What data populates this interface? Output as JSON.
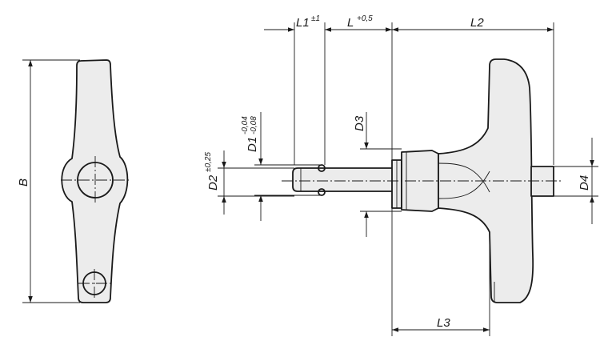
{
  "drawing": {
    "colors": {
      "line": "#1a1a1a",
      "fill": "#ececec",
      "background": "#ffffff"
    },
    "dimensions": {
      "B": {
        "name": "B"
      },
      "L1": {
        "name": "L1",
        "tol": "±1"
      },
      "L": {
        "name": "L",
        "tol": "+0,5"
      },
      "L2": {
        "name": "L2"
      },
      "L3": {
        "name": "L3"
      },
      "D1": {
        "name": "D1",
        "tol_upper": "-0,04",
        "tol_lower": "-0,08"
      },
      "D2": {
        "name": "D2",
        "tol": "±0,25"
      },
      "D3": {
        "name": "D3"
      },
      "D4": {
        "name": "D4"
      }
    }
  }
}
